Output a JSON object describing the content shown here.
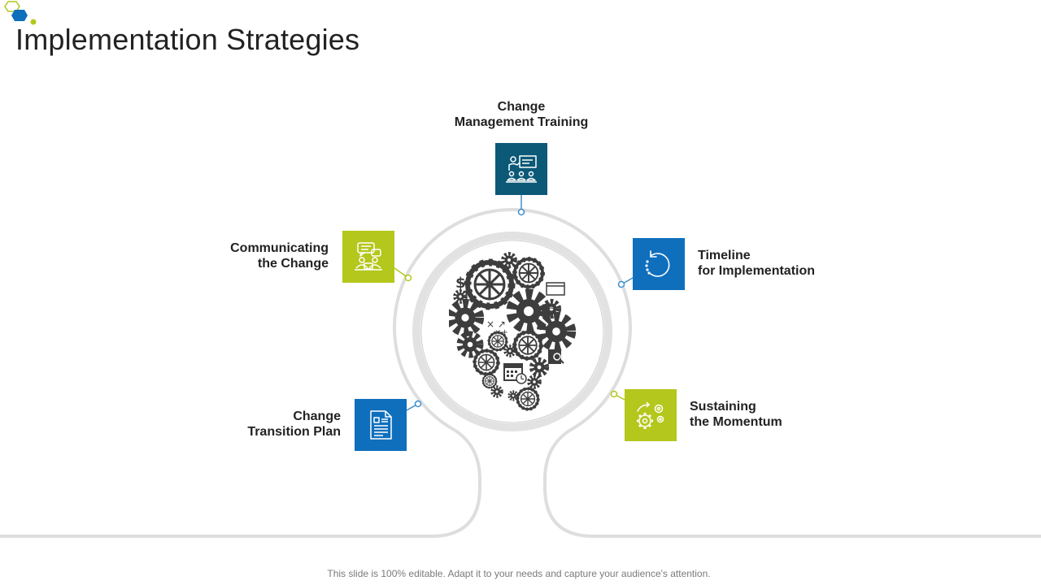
{
  "slide": {
    "title": "Implementation Strategies",
    "footer": "This slide is 100% editable. Adapt it to your needs and capture your audience's attention."
  },
  "colors": {
    "dark_blue": "#0b5877",
    "blue": "#0f6fbd",
    "lime": "#b3c71c",
    "track": "#dedede",
    "connector": "#3d8fcc"
  },
  "items": [
    {
      "id": "training",
      "line1": "Change",
      "line2": "Management Training",
      "icon": "presentation-audience-icon",
      "color": "dark_blue"
    },
    {
      "id": "timeline",
      "line1": "Timeline",
      "line2": "for Implementation",
      "icon": "undo-arrow-icon",
      "color": "blue"
    },
    {
      "id": "momentum",
      "line1": "Sustaining",
      "line2": "the Momentum",
      "icon": "gears-icon",
      "color": "lime"
    },
    {
      "id": "transition",
      "line1": "Change",
      "line2": "Transition Plan",
      "icon": "document-icon",
      "color": "blue"
    },
    {
      "id": "communicating",
      "line1": "Communicating",
      "line2": "the Change",
      "icon": "team-chat-icon",
      "color": "lime"
    }
  ],
  "hub": {
    "icon": "gear-cluster-icon"
  }
}
